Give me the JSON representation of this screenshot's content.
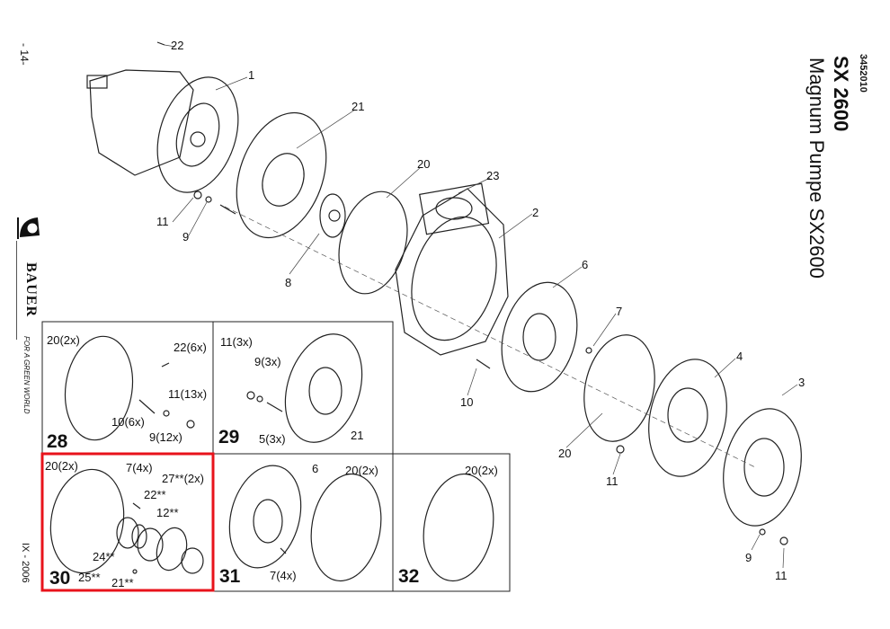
{
  "header": {
    "doc_number": "3452010",
    "model": "SX 2600",
    "title": "Magnum Pumpe SX2600"
  },
  "margin": {
    "page_number": "- 14-",
    "brand": "BAUER",
    "slogan": "FOR A GREEN WORLD",
    "date": "IX - 2006"
  },
  "main_labels": [
    "22",
    "1",
    "21",
    "20",
    "23",
    "2",
    "6",
    "7",
    "4",
    "3",
    "11",
    "9",
    "8",
    "10",
    "20",
    "11",
    "9",
    "11"
  ],
  "kits": [
    {
      "number": "28",
      "labels": [
        "20(2x)",
        "22(6x)",
        "11(13x)",
        "10(6x)",
        "9(12x)"
      ]
    },
    {
      "number": "29",
      "labels": [
        "11(3x)",
        "9(3x)",
        "5(3x)",
        "21"
      ]
    },
    {
      "number": "30",
      "labels": [
        "20(2x)",
        "7(4x)",
        "27**(2x)",
        "22**",
        "12**",
        "24**",
        "25**",
        "21**"
      ],
      "highlighted": true
    },
    {
      "number": "31",
      "labels": [
        "6",
        "20(2x)",
        "7(4x)"
      ]
    },
    {
      "number": "32",
      "labels": [
        "20(2x)"
      ]
    }
  ],
  "colors": {
    "highlight": "#e8131b",
    "ink": "#111111"
  }
}
